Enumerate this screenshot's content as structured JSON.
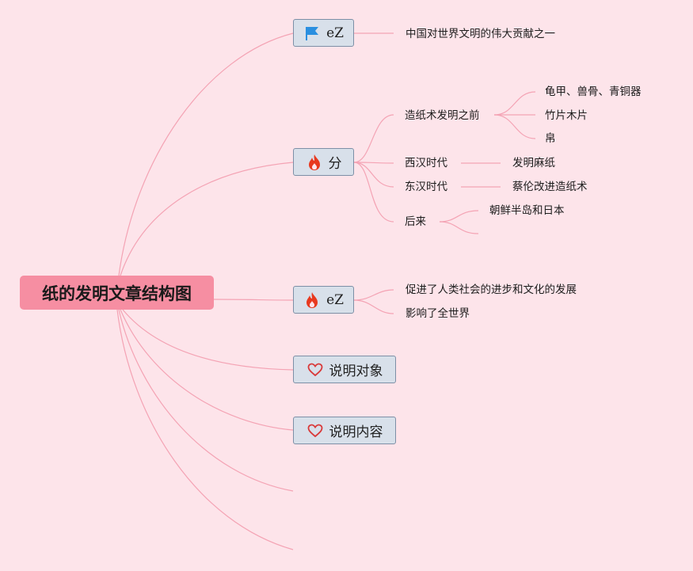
{
  "root": {
    "title": "纸的发明文章结构图"
  },
  "branches": [
    {
      "label": "eZ",
      "icon": "flag-icon"
    },
    {
      "label": "分",
      "icon": "fire-icon"
    },
    {
      "label": "eZ",
      "icon": "fire-icon"
    },
    {
      "label": "说明对象",
      "icon": "heart-icon"
    },
    {
      "label": "说明内容",
      "icon": "heart-icon"
    }
  ],
  "texts": {
    "contribution": "中国对世界文明的伟大贡献之一",
    "before_paper": "造纸术发明之前",
    "bone": "龟甲、兽骨、青铜器",
    "bamboo": "竹片木片",
    "silk": "帛",
    "western_han": "西汉时代",
    "hemp_paper": "发明麻纸",
    "eastern_han": "东汉时代",
    "cai_lun": "蔡伦改进造纸术",
    "later": "后来",
    "korea_japan": "朝鲜半岛和日本",
    "progress": "促进了人类社会的进步和文化的发展",
    "world": "影响了全世界"
  },
  "colors": {
    "background": "#fde4ea",
    "root_fill": "#f68ea2",
    "branch_fill": "#d8e0ea",
    "connector": "#f4a3b4",
    "flag": "#2a8fe0",
    "fire": "#e8391f",
    "heart": "#d93a3a"
  }
}
